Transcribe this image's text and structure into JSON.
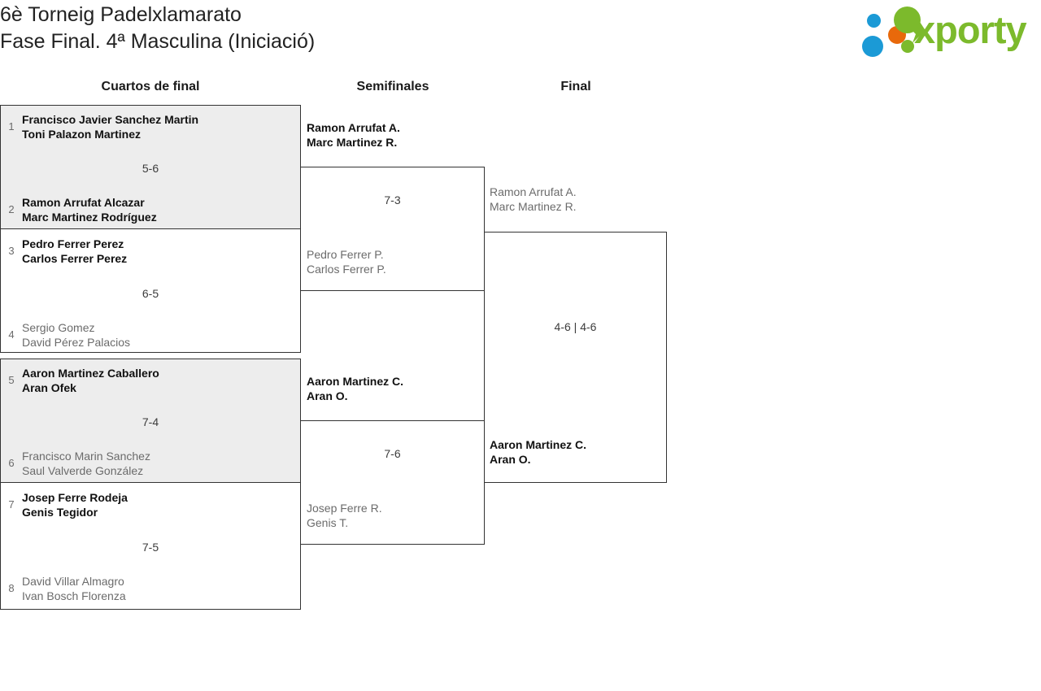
{
  "header": {
    "title_line1": "6è Torneig Padelxlamarato",
    "title_line2": "Fase Final. 4ª Masculina (Iniciació)",
    "logo_text": "xporty",
    "logo_colors": {
      "blue": "#1b9ad6",
      "orange": "#e8690b",
      "green": "#7cba2c"
    }
  },
  "rounds": [
    {
      "label": "Cuartos de final"
    },
    {
      "label": "Semifinales"
    },
    {
      "label": "Final"
    }
  ],
  "bracket": {
    "quarterfinals": [
      {
        "score": "5-6",
        "top": {
          "seed": "1",
          "player1": "Francisco Javier Sanchez Martin",
          "player2": "Toni Palazon Martinez",
          "winner": false
        },
        "bottom": {
          "seed": "2",
          "player1": "Ramon Arrufat Alcazar",
          "player2": "Marc Martinez Rodríguez",
          "winner": true
        }
      },
      {
        "score": "6-5",
        "top": {
          "seed": "3",
          "player1": "Pedro Ferrer Perez",
          "player2": "Carlos Ferrer Perez",
          "winner": true
        },
        "bottom": {
          "seed": "4",
          "player1": "Sergio Gomez",
          "player2": "David Pérez Palacios",
          "winner": false
        }
      },
      {
        "score": "7-4",
        "top": {
          "seed": "5",
          "player1": "Aaron Martinez Caballero",
          "player2": "Aran Ofek",
          "winner": true
        },
        "bottom": {
          "seed": "6",
          "player1": "Francisco Marin Sanchez",
          "player2": "Saul Valverde González",
          "winner": false
        }
      },
      {
        "score": "7-5",
        "top": {
          "seed": "7",
          "player1": "Josep Ferre Rodeja",
          "player2": "Genis Tegidor",
          "winner": true
        },
        "bottom": {
          "seed": "8",
          "player1": "David Villar Almagro",
          "player2": "Ivan Bosch Florenza",
          "winner": false
        }
      }
    ],
    "semifinals": [
      {
        "score": "7-3",
        "top": {
          "player1": "Ramon Arrufat A.",
          "player2": "Marc Martinez R.",
          "winner": true
        },
        "bottom": {
          "player1": "Pedro Ferrer P.",
          "player2": "Carlos Ferrer P.",
          "winner": false
        }
      },
      {
        "score": "7-6",
        "top": {
          "player1": "Aaron Martinez C.",
          "player2": "Aran O.",
          "winner": true
        },
        "bottom": {
          "player1": "Josep Ferre R.",
          "player2": "Genis T.",
          "winner": false
        }
      }
    ],
    "final": {
      "score": "4-6 | 4-6",
      "top": {
        "player1": "Ramon Arrufat A.",
        "player2": "Marc Martinez R.",
        "winner": false
      },
      "bottom": {
        "player1": "Aaron Martinez C.",
        "player2": "Aran O.",
        "winner": true
      }
    }
  }
}
